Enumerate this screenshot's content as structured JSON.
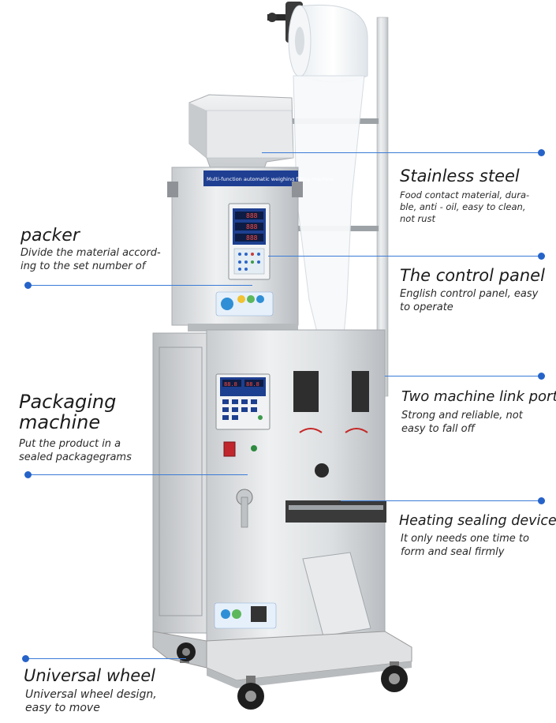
{
  "callouts": {
    "stainless_steel": {
      "title": "Stainless steel",
      "desc_lines": [
        "Food contact material, dura-",
        "ble, anti - oil, easy to clean,",
        "not rust"
      ]
    },
    "packer": {
      "title": "packer",
      "desc_lines": [
        "Divide the material accord-",
        "ing to the set number of"
      ]
    },
    "control_panel": {
      "title": "The control panel",
      "desc_lines": [
        "English control panel, easy",
        "to operate"
      ]
    },
    "packaging_machine": {
      "title_lines": [
        "Packaging",
        "machine"
      ],
      "desc_lines": [
        "Put the product in a",
        "sealed packagegrams"
      ]
    },
    "link_port": {
      "title": "Two machine link port",
      "desc_lines": [
        "Strong and reliable, not",
        "easy to fall off"
      ]
    },
    "heating_sealing": {
      "title": "Heating sealing device",
      "desc_lines": [
        "It only needs one time to",
        "form and seal firmly"
      ]
    },
    "universal_wheel": {
      "title": "Universal wheel",
      "desc_lines": [
        "Universal wheel design,",
        "easy to move"
      ]
    }
  },
  "machine": {
    "top_plate_text": "Multi-function automatic weighing filling machine",
    "panel_top_digits": [
      "888",
      "888",
      "888"
    ],
    "panel_bottom_digits": [
      "88.8",
      "88.8"
    ]
  },
  "colors": {
    "accent": "#2563c9",
    "line": "#3b7bd6",
    "steel": "#d6d8db",
    "panel_blue": "#1d3f8f"
  }
}
